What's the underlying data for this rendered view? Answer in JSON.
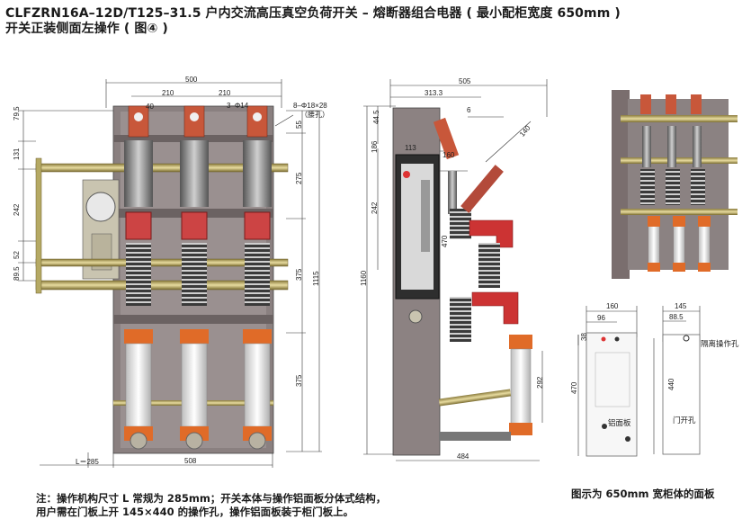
{
  "header": {
    "line1": "CLFZRN16A–12D/T125–31.5 户内交流高压真空负荷开关 – 熔断器组合电器 ( 最小配柜宽度 650mm )",
    "line2": "开关正装侧面左操作 ( 图④ )"
  },
  "front_view": {
    "top_dims": [
      "500",
      "210",
      "210",
      "40",
      "3–Φ14",
      "8–Φ18×28",
      "（腰孔）"
    ],
    "left_dims": [
      "79.5",
      "131",
      "242",
      "52",
      "89.5"
    ],
    "right_dims": [
      "55",
      "275",
      "375",
      "375",
      "1115"
    ],
    "bottom_dims": [
      "L＝285",
      "508"
    ]
  },
  "side_view": {
    "top_dims": [
      "505",
      "313.3",
      "6",
      "140",
      "44.5",
      "113",
      "160"
    ],
    "left_dims": [
      "186",
      "242",
      "470",
      "1160"
    ],
    "right_dims": [
      "292"
    ],
    "bottom_dims": [
      "484"
    ]
  },
  "panel_views": {
    "left_dims": [
      "160",
      "96",
      "38",
      "470"
    ],
    "left_label": "铝面板",
    "right_dims": [
      "145",
      "88.5",
      "440"
    ],
    "right_labels": [
      "隔离操作孔",
      "门开孔"
    ]
  },
  "notes": {
    "note_line1": "注：操作机构尺寸 L 常规为 285mm；开关本体与操作铝面板分体式结构，",
    "note_line2": "用户需在门板上开 145×440 的操作孔，操作铝面板装于柜门板上。",
    "photo_caption": "图示为 650mm 宽柜体的面板"
  }
}
